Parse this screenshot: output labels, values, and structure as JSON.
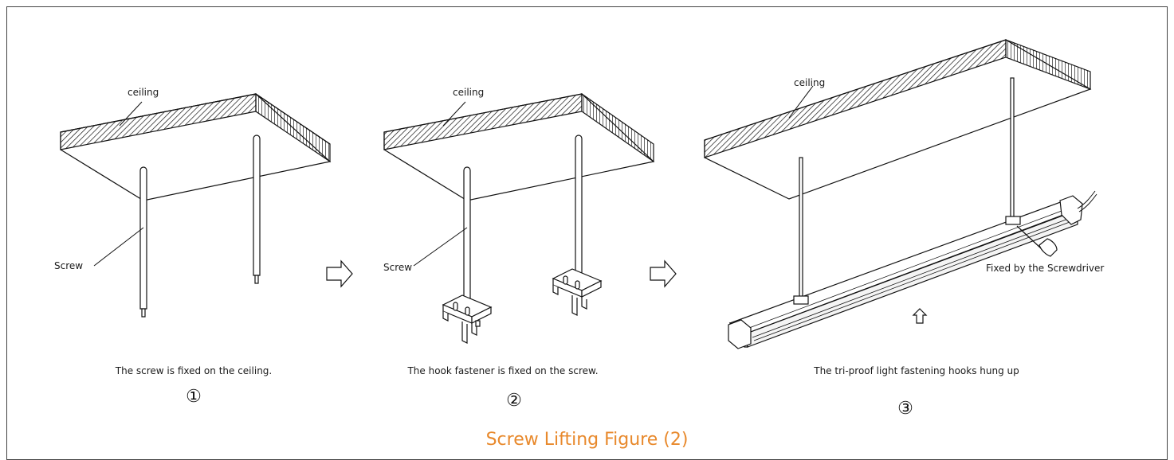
{
  "figure": {
    "title": "Screw Lifting Figure (2)",
    "accent_color": "#e8892c",
    "steps": [
      {
        "number": "①",
        "caption": "The screw is fixed on the ceiling.",
        "labels": {
          "ceiling": "ceiling",
          "screw": "Screw"
        }
      },
      {
        "number": "②",
        "caption": "The hook fastener is fixed on the screw.",
        "labels": {
          "ceiling": "ceiling",
          "screw": "Screw"
        }
      },
      {
        "number": "③",
        "caption": "The tri-proof light  fastening hooks hung up",
        "labels": {
          "ceiling": "ceiling",
          "screwdriver": "Fixed by the Screwdriver"
        }
      }
    ],
    "icons": [
      "arrow-right-icon",
      "arrow-right-icon",
      "arrow-up-icon"
    ]
  }
}
